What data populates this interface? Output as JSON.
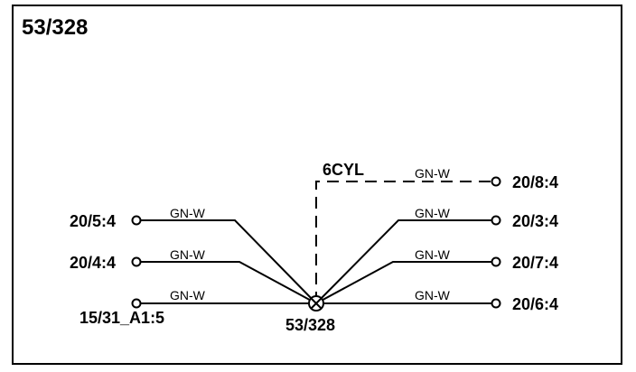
{
  "title": "53/328",
  "splice": {
    "label": "53/328"
  },
  "variant": "6CYL",
  "left_connections": [
    {
      "terminal": "20/5:4",
      "wire": "GN-W"
    },
    {
      "terminal": "20/4:4",
      "wire": "GN-W"
    },
    {
      "terminal": "15/31_A1:5",
      "wire": "GN-W"
    }
  ],
  "right_connections": [
    {
      "terminal": "20/8:4",
      "wire": "GN-W",
      "optional": true
    },
    {
      "terminal": "20/3:4",
      "wire": "GN-W"
    },
    {
      "terminal": "20/7:4",
      "wire": "GN-W"
    },
    {
      "terminal": "20/6:4",
      "wire": "GN-W"
    }
  ]
}
